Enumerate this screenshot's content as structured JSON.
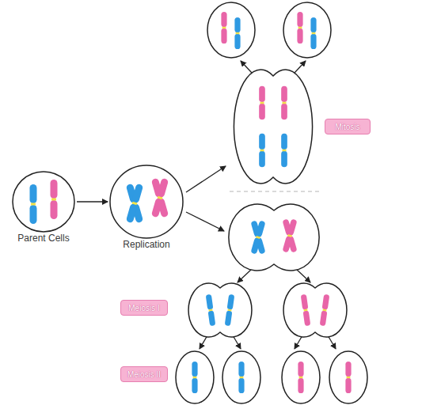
{
  "diagram": {
    "nodes": [
      {
        "text": [
          "Parent Cells"
        ]
      },
      {
        "text": [
          "Replication"
        ]
      },
      {
        "text": [
          "Mitosis"
        ]
      },
      {
        "text": [
          "Meiosis I"
        ]
      },
      {
        "text": [
          "Meiosis II"
        ]
      }
    ],
    "edges": [
      {
        "from": 0,
        "to": 1,
        "arrow": "to"
      }
    ]
  }
}
